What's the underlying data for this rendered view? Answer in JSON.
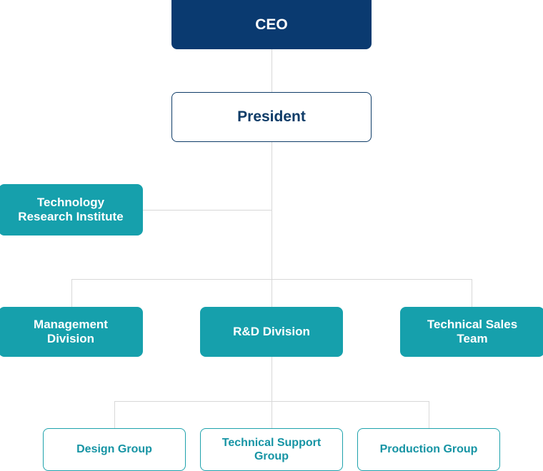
{
  "chart_data": {
    "type": "diagram",
    "title": "Organizational Chart",
    "orientation": "top-down",
    "levels": 4,
    "colors": {
      "level1_fill": "#0a3a70",
      "level1_text": "#ffffff",
      "level2_fill": "#ffffff",
      "level2_border": "#0f3c68",
      "level2_text": "#0f3c68",
      "teal_fill": "#16a0ac",
      "teal_text": "#ffffff",
      "teal_outline_border": "#1ea2ac",
      "teal_outline_text": "#1694a4",
      "connector": "#d8d8d8"
    },
    "nodes": [
      {
        "id": "ceo",
        "label": "CEO",
        "level": 1,
        "style": "navy-filled",
        "parent": null
      },
      {
        "id": "president",
        "label": "President",
        "level": 2,
        "style": "navy-outline",
        "parent": "ceo"
      },
      {
        "id": "tri",
        "label": "Technology\nResearch Institute",
        "level": 3,
        "style": "teal-filled",
        "parent": "president",
        "role": "staff"
      },
      {
        "id": "mgmt",
        "label": "Management\nDivision",
        "level": 3,
        "style": "teal-filled",
        "parent": "president"
      },
      {
        "id": "rnd",
        "label": "R&D Division",
        "level": 3,
        "style": "teal-filled",
        "parent": "president"
      },
      {
        "id": "sales",
        "label": "Technical Sales\nTeam",
        "level": 3,
        "style": "teal-filled",
        "parent": "president"
      },
      {
        "id": "design",
        "label": "Design Group",
        "level": 4,
        "style": "teal-outline",
        "parent": "rnd"
      },
      {
        "id": "support",
        "label": "Technical Support\nGroup",
        "level": 4,
        "style": "teal-outline",
        "parent": "rnd"
      },
      {
        "id": "prod",
        "label": "Production Group",
        "level": 4,
        "style": "teal-outline",
        "parent": "rnd"
      }
    ],
    "edges": [
      {
        "from": "ceo",
        "to": "president"
      },
      {
        "from": "president",
        "to": "tri"
      },
      {
        "from": "president",
        "to": "mgmt"
      },
      {
        "from": "president",
        "to": "rnd"
      },
      {
        "from": "president",
        "to": "sales"
      },
      {
        "from": "rnd",
        "to": "design"
      },
      {
        "from": "rnd",
        "to": "support"
      },
      {
        "from": "rnd",
        "to": "prod"
      }
    ]
  },
  "nodes": {
    "ceo": {
      "label": "CEO"
    },
    "president": {
      "label": "President"
    },
    "tri": {
      "label": "Technology\nResearch Institute"
    },
    "mgmt": {
      "label": "Management\nDivision"
    },
    "rnd": {
      "label": "R&D Division"
    },
    "sales": {
      "label": "Technical Sales\nTeam"
    },
    "design": {
      "label": "Design Group"
    },
    "support": {
      "label": "Technical Support\nGroup"
    },
    "prod": {
      "label": "Production Group"
    }
  }
}
